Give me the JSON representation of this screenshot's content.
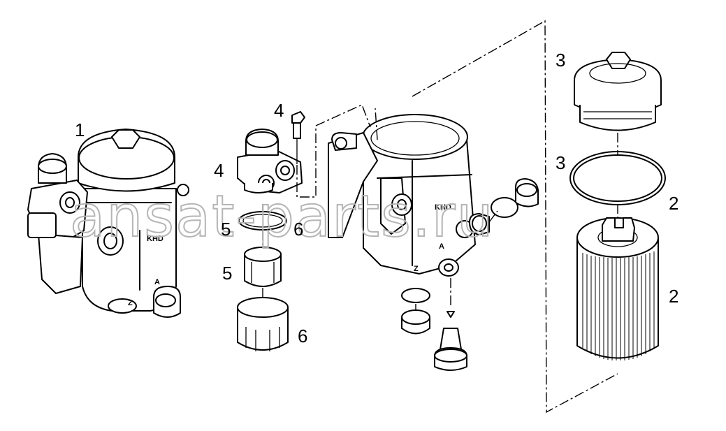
{
  "callouts": {
    "c1": "1",
    "c2a": "2",
    "c2b": "2",
    "c3a": "3",
    "c3b": "3",
    "c4a": "4",
    "c4b": "4",
    "c5a": "5",
    "c5b": "5",
    "c6a": "6",
    "c6b": "6"
  },
  "housing_marks": {
    "z1": "Z",
    "a1": "A",
    "z2": "Z",
    "a2": "A"
  },
  "watermark": "ansat-parts.ru"
}
